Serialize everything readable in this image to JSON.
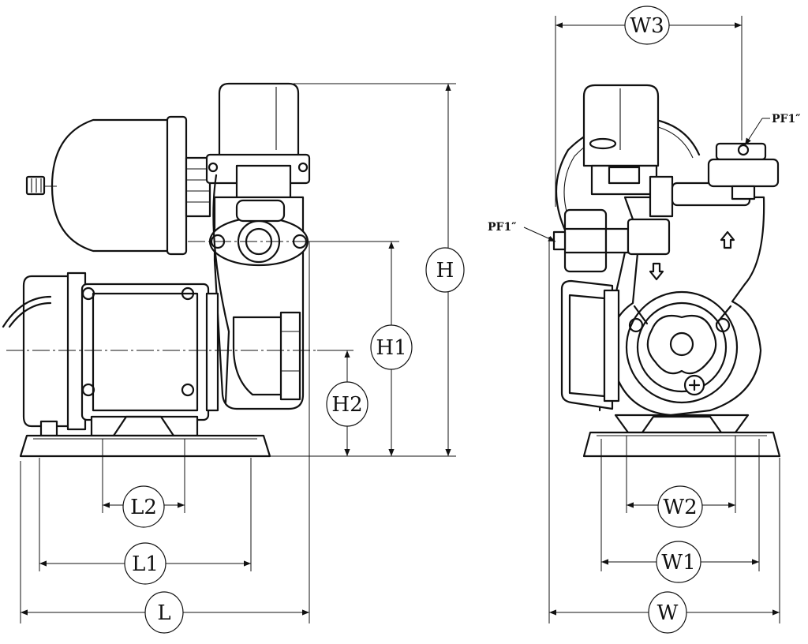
{
  "dimensions": {
    "length_overall": "L",
    "length_base": "L1",
    "length_feet": "L2",
    "height_overall": "H",
    "height_outlet": "H1",
    "height_shaft": "H2",
    "width_overall": "W3",
    "width_base": "W",
    "width_base_inner": "W1",
    "width_feet": "W2"
  },
  "ports": {
    "outlet_label": "PF1″",
    "inlet_label": "PF1″"
  },
  "icons": {
    "flow_up": "up-arrow-icon",
    "flow_down": "down-arrow-icon"
  }
}
